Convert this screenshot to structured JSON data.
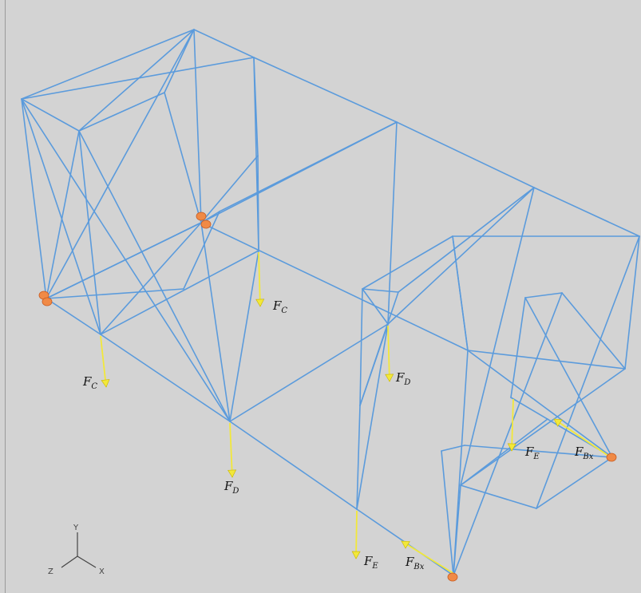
{
  "viewport": {
    "background": "#d3d3d3"
  },
  "members": {
    "color": "#5b9bdc"
  },
  "loads": [
    {
      "id": "fc-left",
      "base": "F",
      "sub": "C"
    },
    {
      "id": "fc-mid",
      "base": "F",
      "sub": "C"
    },
    {
      "id": "fd-center",
      "base": "F",
      "sub": "D"
    },
    {
      "id": "fd-right",
      "base": "F",
      "sub": "D"
    },
    {
      "id": "fe-bottom",
      "base": "F",
      "sub": "E"
    },
    {
      "id": "fe-right",
      "base": "F",
      "sub": "E"
    },
    {
      "id": "fbx-bottom",
      "base": "F",
      "sub": "Bx"
    },
    {
      "id": "fbx-right",
      "base": "F",
      "sub": "Bx"
    }
  ],
  "load_color": "#f2e83a",
  "support_color": "#f08a46",
  "axis_triad": {
    "y": "Y",
    "z": "Z",
    "x": "X"
  }
}
